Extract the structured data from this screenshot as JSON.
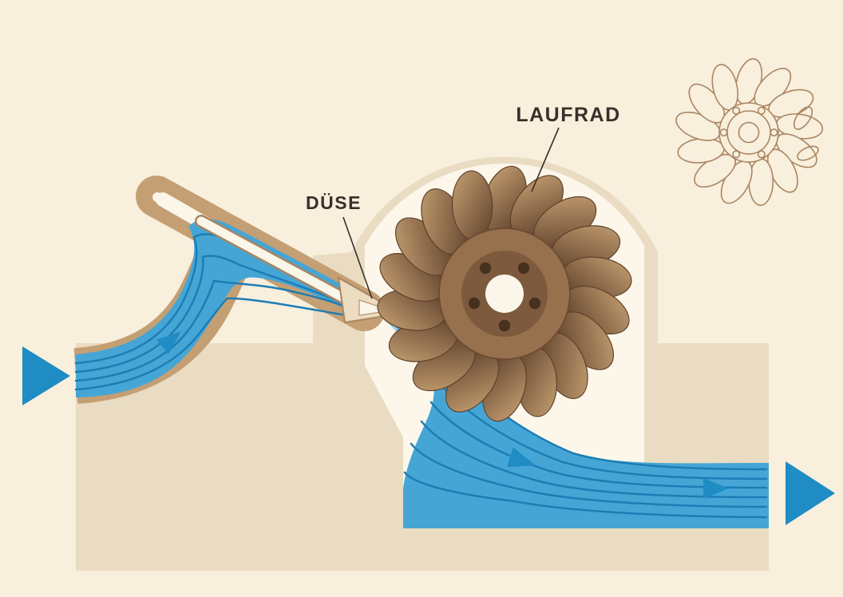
{
  "figure": {
    "type": "technical-diagram",
    "subject": "Pelton turbine cross-section",
    "labels": {
      "runner": "LAUFRAD",
      "nozzle": "DÜSE"
    }
  },
  "icons": {
    "inflow_arrow": "right-triangle",
    "penstock_flow_arrow": "right-triangle",
    "tailrace_flow_arrow": "right-triangle",
    "channel_flow_arrow": "right-triangle",
    "outflow_arrow": "right-triangle"
  },
  "colors": {
    "background": "#f8efdd",
    "housing": "#e9dcc2",
    "cavity": "#fcf7ea",
    "pipe": "#c49f73",
    "pipe_outline": "#a9855f",
    "water": "#45a6d6",
    "water_line": "#1d7db4",
    "water_light": "#9ed2ea",
    "jet_line": "#4aa3cf",
    "arrow": "#1f8cc4",
    "rod": "#fbf6ea",
    "nozzle_fill": "#ecdcc0",
    "wheel_dark": "#6f4c33",
    "wheel_mid": "#97714e",
    "wheel_hub": "#7d5a3d",
    "bucket_light": "#c8a274",
    "bucket_dark": "#5e402b",
    "bolt": "#46311f",
    "sketch_line": "#ab8662",
    "label_text": "#38302a"
  }
}
